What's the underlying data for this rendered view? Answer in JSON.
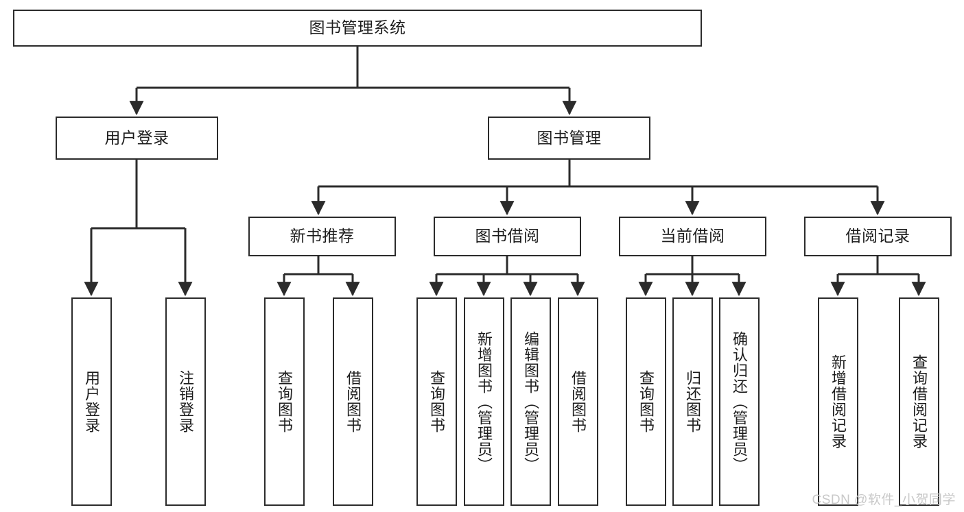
{
  "diagram": {
    "title": "图书管理系统",
    "type": "tree-hierarchy",
    "root": {
      "label": "图书管理系统"
    },
    "level2": [
      {
        "label": "用户登录"
      },
      {
        "label": "图书管理"
      }
    ],
    "level3": [
      {
        "label": "新书推荐"
      },
      {
        "label": "图书借阅"
      },
      {
        "label": "当前借阅"
      },
      {
        "label": "借阅记录"
      }
    ],
    "leaves": [
      {
        "label": "用户登录",
        "parent": "用户登录"
      },
      {
        "label": "注销登录",
        "parent": "用户登录"
      },
      {
        "label": "查询图书",
        "parent": "新书推荐"
      },
      {
        "label": "借阅图书",
        "parent": "新书推荐"
      },
      {
        "label": "查询图书",
        "parent": "图书借阅"
      },
      {
        "label": "新增图书（管理员）",
        "parent": "图书借阅"
      },
      {
        "label": "编辑图书（管理员）",
        "parent": "图书借阅"
      },
      {
        "label": "借阅图书",
        "parent": "图书借阅"
      },
      {
        "label": "查询图书",
        "parent": "当前借阅"
      },
      {
        "label": "归还图书",
        "parent": "当前借阅"
      },
      {
        "label": "确认归还（管理员）",
        "parent": "当前借阅"
      },
      {
        "label": "新增借阅记录",
        "parent": "借阅记录"
      },
      {
        "label": "查询借阅记录",
        "parent": "借阅记录"
      }
    ]
  },
  "watermark": {
    "text": "CSDN @软件_小贺同学"
  },
  "colors": {
    "stroke": "#2b2b2b",
    "fill": "#ffffff",
    "text": "#1c1c1c",
    "watermark": "#c9c9c9"
  }
}
